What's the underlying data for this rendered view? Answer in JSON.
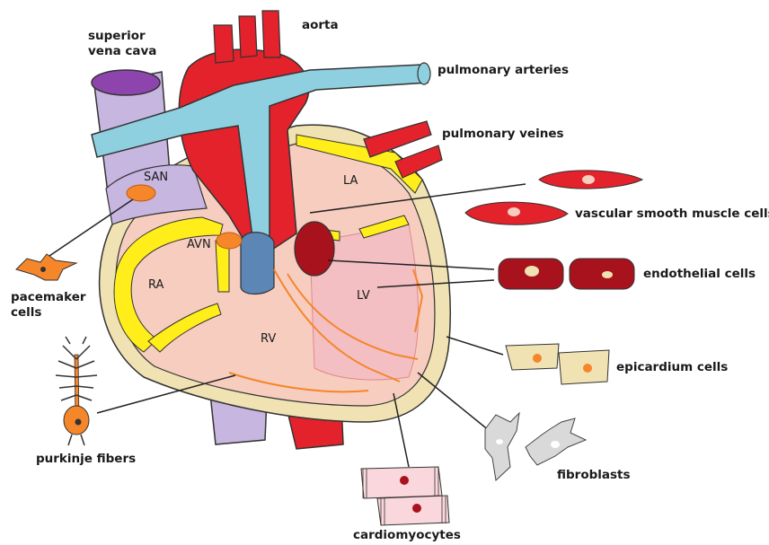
{
  "labels": {
    "aorta": "aorta",
    "superior_vena_cava": "superior\nvena cava",
    "pulmonary_arteries": "pulmonary arteries",
    "pulmonary_veines": "pulmonary veines",
    "vascular_smooth_muscle_cells": "vascular smooth muscle cells",
    "endothelial_cells": "endothelial cells",
    "epicardium_cells": "epicardium cells",
    "fibroblasts": "fibroblasts",
    "cardiomyocytes": "cardiomyocytes",
    "purkinje_fibers": "purkinje fibers",
    "pacemaker_cells": "pacemaker\ncells"
  },
  "chambers": {
    "san": "SAN",
    "avn": "AVN",
    "la": "LA",
    "ra": "RA",
    "rv": "RV",
    "lv": "LV"
  },
  "colors": {
    "aorta_red": "#e3222b",
    "pulmonary_blue": "#8fd0e0",
    "vena_cava_lavender": "#c6b6e0",
    "myocardium_pink": "#f7cdbf",
    "epicardium_cream": "#f0e2b2",
    "septum_yellow": "#ffee1a",
    "node_orange": "#f5862a",
    "muscle_dark_red": "#a8121c",
    "fibroblast_grey": "#d9d9d9"
  }
}
